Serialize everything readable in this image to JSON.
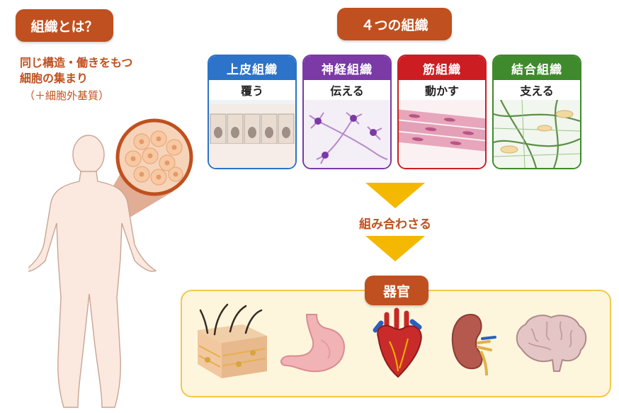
{
  "left": {
    "badge": "組織とは？",
    "line1": "同じ構造・働きをもつ",
    "line2": "細胞の集まり",
    "line3": "（＋細胞外基質）"
  },
  "tissues_title": "４つの組織",
  "tissues": [
    {
      "name": "上皮組織",
      "function": "覆う",
      "color": "#2c73c9",
      "icon": "epithelial-tissue-icon"
    },
    {
      "name": "神経組織",
      "function": "伝える",
      "color": "#7b3aa6",
      "icon": "nerve-tissue-icon"
    },
    {
      "name": "筋組織",
      "function": "動かす",
      "color": "#cc1e22",
      "icon": "muscle-tissue-icon"
    },
    {
      "name": "結合組織",
      "function": "支える",
      "color": "#3f8a2c",
      "icon": "connective-tissue-icon"
    }
  ],
  "combine_label": "組み合わさる",
  "organs_title": "器官",
  "organ_icons": [
    "skin-icon",
    "stomach-icon",
    "heart-icon",
    "kidney-icon",
    "brain-icon"
  ],
  "colors": {
    "accent": "#c0501f",
    "arrow": "#f5b800",
    "organ_bg": "#fdf6dc",
    "organ_border": "#f0c94a"
  }
}
